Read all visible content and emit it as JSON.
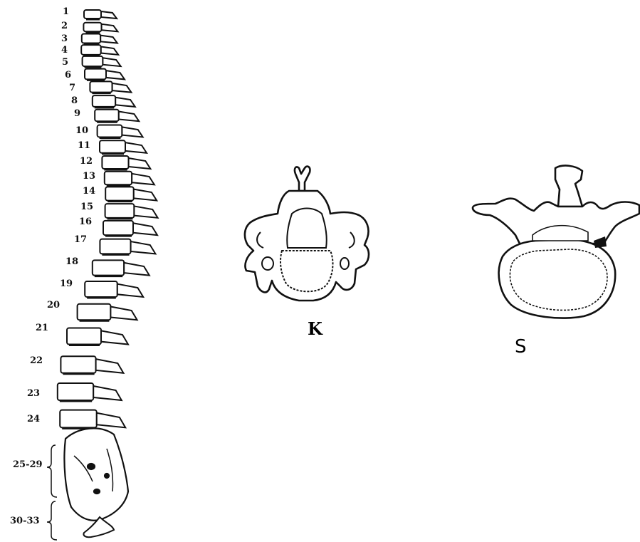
{
  "spine": {
    "labels": [
      "1",
      "2",
      "3",
      "4",
      "5",
      "6",
      "7",
      "8",
      "9",
      "10",
      "11",
      "12",
      "13",
      "14",
      "15",
      "16",
      "17",
      "18",
      "19",
      "20",
      "21",
      "22",
      "23",
      "24",
      "25-29",
      "30-33"
    ]
  },
  "figures": {
    "cervical_label": "K",
    "lumbar_label": "S"
  },
  "colors": {
    "ink": "#111111",
    "background": "#ffffff"
  }
}
